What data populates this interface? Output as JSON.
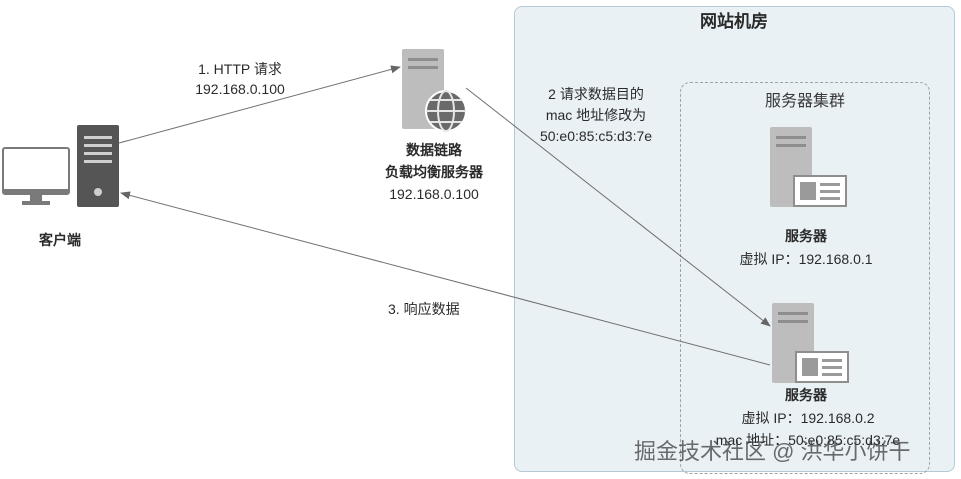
{
  "region": {
    "title": "网站机房"
  },
  "cluster": {
    "title": "服务器集群"
  },
  "client": {
    "label": "客户端"
  },
  "lb": {
    "name_line1": "数据链路",
    "name_line2": "负载均衡服务器",
    "ip": "192.168.0.100"
  },
  "server1": {
    "name": "服务器",
    "vip": "虚拟 IP：192.168.0.1"
  },
  "server2": {
    "name": "服务器",
    "vip": "虚拟 IP：192.168.0.2",
    "mac": "mac 地址：50:e0:85:c5:d3:7e"
  },
  "edges": {
    "request": {
      "line1": "1. HTTP 请求",
      "line2": "192.168.0.100"
    },
    "rewrite": {
      "line1": "2 请求数据目的",
      "line2": "mac 地址修改为",
      "line3": "50:e0:85:c5:d3:7e"
    },
    "response": {
      "label": "3. 响应数据"
    }
  },
  "watermark": "掘金技术社区 @ 洪华小饼干",
  "colors": {
    "region_bg": "#e9f1f5",
    "icon_dark": "#555555",
    "icon_gray": "#bdbdbd",
    "line": "#6f6f6f"
  }
}
